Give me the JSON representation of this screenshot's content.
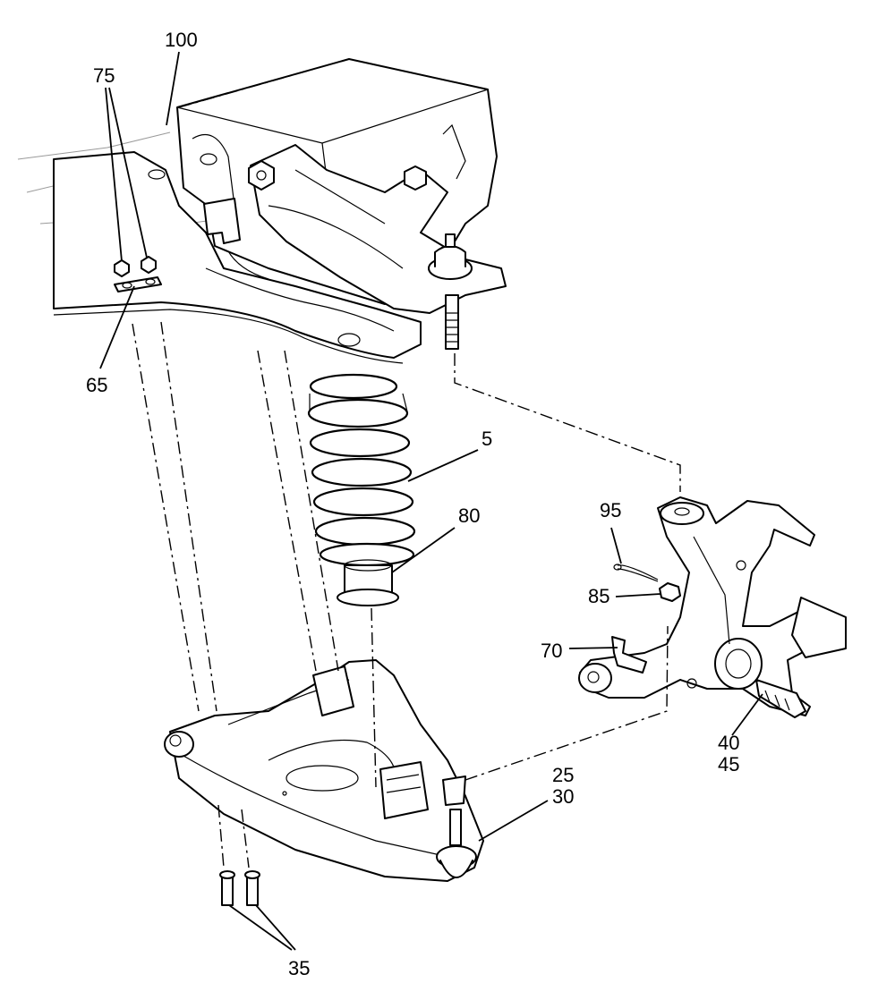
{
  "callouts": {
    "c100": "100",
    "c75": "75",
    "c65": "65",
    "c5": "5",
    "c80": "80",
    "c95": "95",
    "c85": "85",
    "c70": "70",
    "c40": "40",
    "c45": "45",
    "c25": "25",
    "c30": "30",
    "c35": "35"
  },
  "colors": {
    "line": "#000000",
    "background": "#ffffff",
    "faint": "#9a9a9a"
  }
}
